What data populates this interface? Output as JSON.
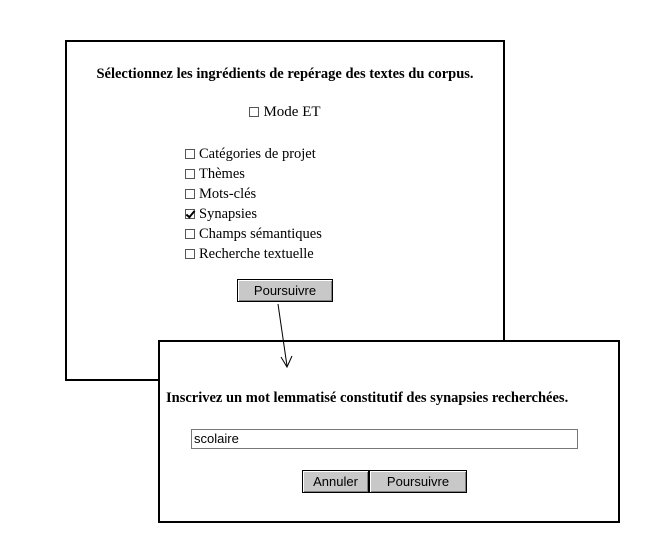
{
  "panel1": {
    "title": "Sélectionnez les ingrédients de repérage des textes du corpus.",
    "mode": {
      "label": "Mode ET",
      "checked": false
    },
    "options": [
      {
        "label": "Catégories de projet",
        "checked": false
      },
      {
        "label": "Thèmes",
        "checked": false
      },
      {
        "label": "Mots-clés",
        "checked": false
      },
      {
        "label": "Synapsies",
        "checked": true
      },
      {
        "label": "Champs sémantiques",
        "checked": false
      },
      {
        "label": "Recherche textuelle",
        "checked": false
      }
    ],
    "continue_label": "Poursuivre"
  },
  "panel2": {
    "title": "Inscrivez un mot lemmatisé constitutif des synapsies recherchées.",
    "input_value": "scolaire",
    "cancel_label": "Annuler",
    "continue_label": "Poursuivre"
  }
}
